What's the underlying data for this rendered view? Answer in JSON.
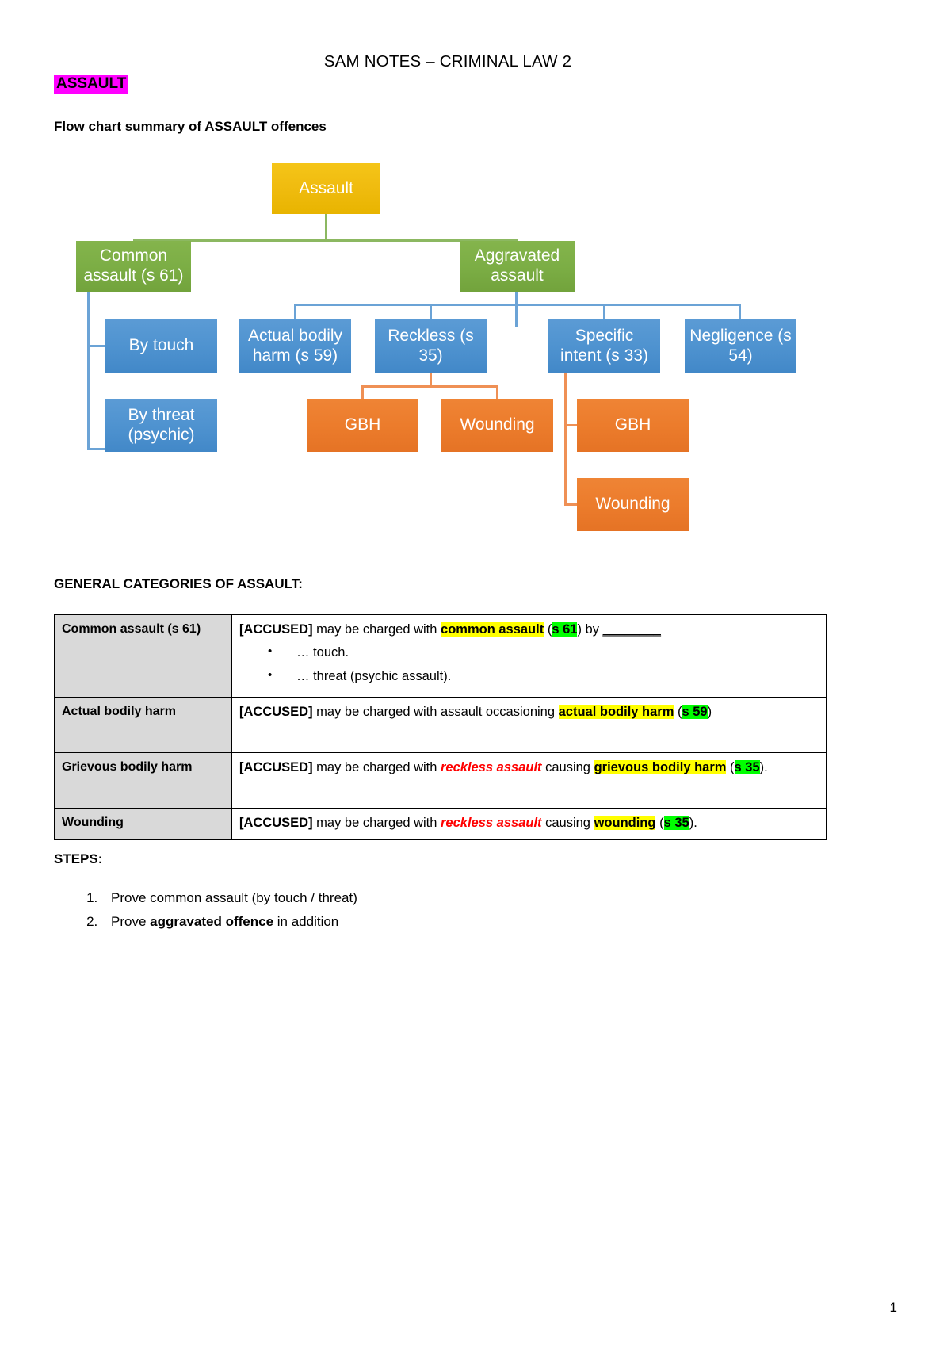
{
  "header": {
    "running_title": "SAM NOTES – CRIMINAL LAW 2",
    "topic": "ASSAULT",
    "topic_highlight": "#ff00ff",
    "flow_caption": "Flow chart summary of ASSAULT offences"
  },
  "flowchart": {
    "nodes": {
      "assault": "Assault",
      "common_assault": "Common assault (s 61)",
      "aggravated_assault": "Aggravated assault",
      "by_touch": "By touch",
      "by_threat": "By threat (psychic)",
      "actual_bodily_harm": "Actual bodily harm (s 59)",
      "reckless": "Reckless (s 35)",
      "specific_intent": "Specific intent (s 33)",
      "negligence": "Negligence (s 54)",
      "reckless_gbh": "GBH",
      "reckless_wounding": "Wounding",
      "specific_gbh": "GBH",
      "specific_wounding": "Wounding"
    },
    "colors": {
      "root": "#f0bc10",
      "level2": "#7cae45",
      "level3": "#4f93d0",
      "level4": "#ec7c2c",
      "green_line": "#8cb861",
      "blue_line": "#6ba3d6",
      "orange_line": "#ef9055"
    }
  },
  "general_categories": {
    "title": "GENERAL CATEGORIES OF ASSAULT:",
    "rows": [
      {
        "label": "Common assault (s 61)",
        "lead": "[ACCUSED]",
        "text_1": " may be charged with ",
        "hl_yellow": "common assault",
        "mid": " (",
        "hl_green": "s 61",
        "tail": ") by ",
        "blank": "________",
        "bullets": [
          "… touch.",
          "… threat (psychic assault)."
        ]
      },
      {
        "label": "Actual bodily harm",
        "lead": "[ACCUSED]",
        "text_1": " may be charged with assault occasioning ",
        "hl_yellow": "actual bodily harm",
        "mid": " (",
        "hl_green": "s 59",
        "tail": ")",
        "bullets": []
      },
      {
        "label": "Grievous bodily harm",
        "lead": "[ACCUSED]",
        "text_1": " may be charged with ",
        "red_italic": "reckless assault",
        "text_2": " causing ",
        "hl_yellow": "grievous bodily harm",
        "mid": " (",
        "hl_green": "s 35",
        "tail": ").",
        "bullets": []
      },
      {
        "label": "Wounding",
        "lead": "[ACCUSED]",
        "text_1": " may be charged with ",
        "red_italic": "reckless assault",
        "text_2": " causing ",
        "hl_yellow": "wounding",
        "mid": " (",
        "hl_green": "s 35",
        "tail": ").",
        "bullets": []
      }
    ]
  },
  "steps": {
    "title": "STEPS:",
    "items": [
      {
        "plain_1": "Prove common assault (by touch / threat)",
        "bold": "",
        "plain_2": ""
      },
      {
        "plain_1": "Prove ",
        "bold": "aggravated offence",
        "plain_2": " in addition"
      }
    ]
  },
  "footer": {
    "page_number": "1"
  }
}
